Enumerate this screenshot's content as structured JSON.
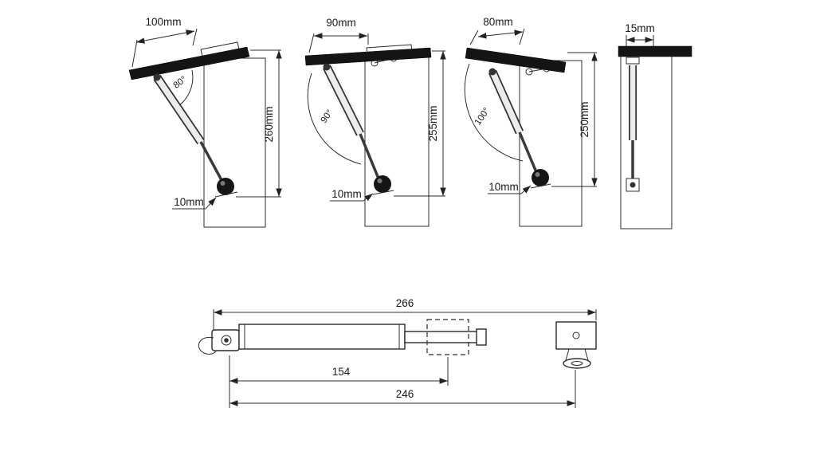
{
  "figure": {
    "views": [
      {
        "top_dim": "100mm",
        "angle": "80°",
        "height_dim": "260mm",
        "offset_dim": "10mm"
      },
      {
        "top_dim": "90mm",
        "angle": "90°",
        "height_dim": "255mm",
        "offset_dim": "10mm"
      },
      {
        "top_dim": "80mm",
        "angle": "100°",
        "height_dim": "250mm",
        "offset_dim": "10mm"
      },
      {
        "top_dim": "15mm"
      }
    ],
    "side_view": {
      "dim_total": "266",
      "dim_mid": "154",
      "dim_lower": "246"
    }
  }
}
